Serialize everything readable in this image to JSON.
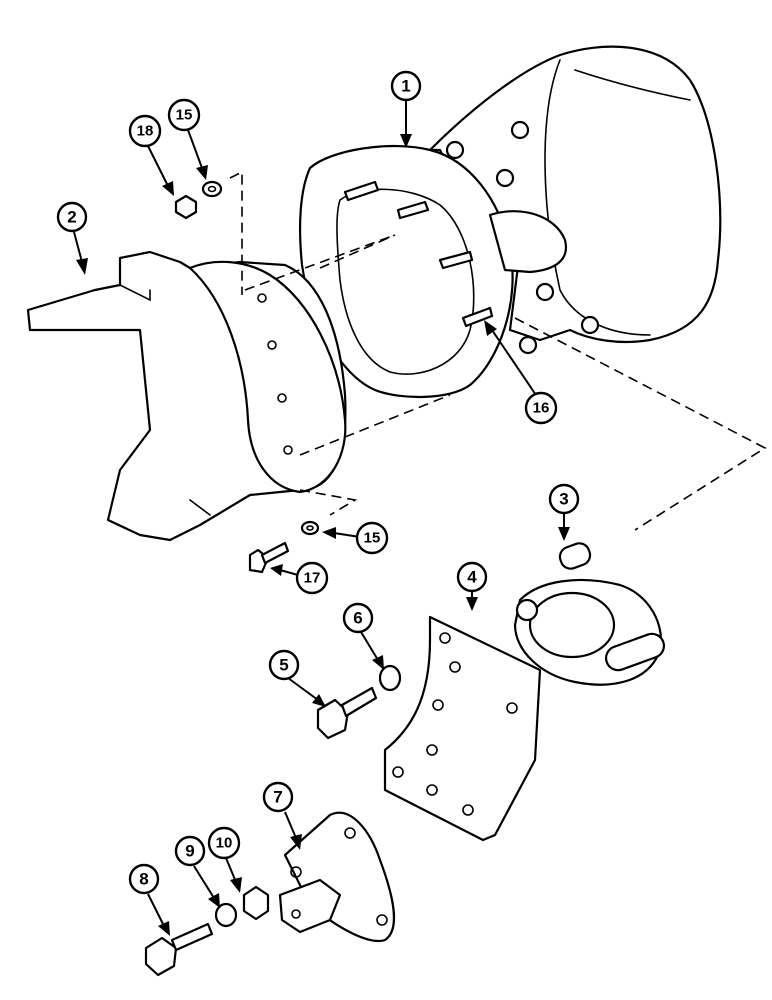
{
  "callouts": [
    {
      "id": "c1",
      "label": "1"
    },
    {
      "id": "c2",
      "label": "2"
    },
    {
      "id": "c3",
      "label": "3"
    },
    {
      "id": "c4",
      "label": "4"
    },
    {
      "id": "c5",
      "label": "5"
    },
    {
      "id": "c6",
      "label": "6"
    },
    {
      "id": "c7",
      "label": "7"
    },
    {
      "id": "c8",
      "label": "8"
    },
    {
      "id": "c9",
      "label": "9"
    },
    {
      "id": "c10",
      "label": "10"
    },
    {
      "id": "c15a",
      "label": "15"
    },
    {
      "id": "c15b",
      "label": "15"
    },
    {
      "id": "c16",
      "label": "16"
    },
    {
      "id": "c17",
      "label": "17"
    },
    {
      "id": "c18",
      "label": "18"
    }
  ]
}
